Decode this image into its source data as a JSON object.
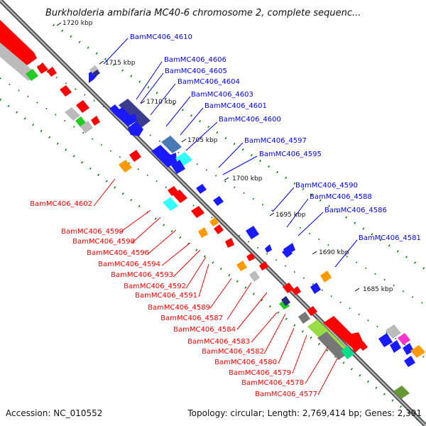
{
  "title": "Burkholderia ambifaria MC40-6 chromosome 2, complete sequenc...",
  "footer": {
    "accession": "Accession: NC_010552",
    "topology": "Topology: circular; Length: 2,769,414 bp; Genes: 2,391"
  },
  "colors": {
    "forward_label": "#0000ff",
    "reverse_label": "#ff0000",
    "backbone": "#888888",
    "tick_dots": "#008000"
  },
  "scale_ticks": [
    "1720 kbp",
    "1715 kbp",
    "1710 kbp",
    "1705 kbp",
    "1700 kbp",
    "1695 kbp",
    "1690 kbp",
    "1685 kbp"
  ],
  "forward_labels": [
    "BamMC406_4610",
    "BamMC406_4606",
    "BamMC406_4605",
    "BamMC406_4604",
    "BamMC406_4603",
    "BamMC406_4601",
    "BamMC406_4600",
    "BamMC406_4597",
    "BamMC406_4595",
    "BamMC406_4590",
    "BamMC406_4588",
    "BamMC406_4586",
    "BamMC406_4581"
  ],
  "reverse_labels": [
    "BamMC406_4602",
    "BamMC406_4599",
    "BamMC406_4598",
    "BamMC406_4596",
    "BamMC406_4594",
    "BamMC406_4593",
    "BamMC406_4592",
    "BamMC406_4591",
    "BamMC406_4589",
    "BamMC406_4587",
    "BamMC406_4584",
    "BamMC406_4583",
    "BamMC406_4582",
    "BamMC406_4580",
    "BamMC406_4579",
    "BamMC406_4578",
    "BamMC406_4577"
  ]
}
